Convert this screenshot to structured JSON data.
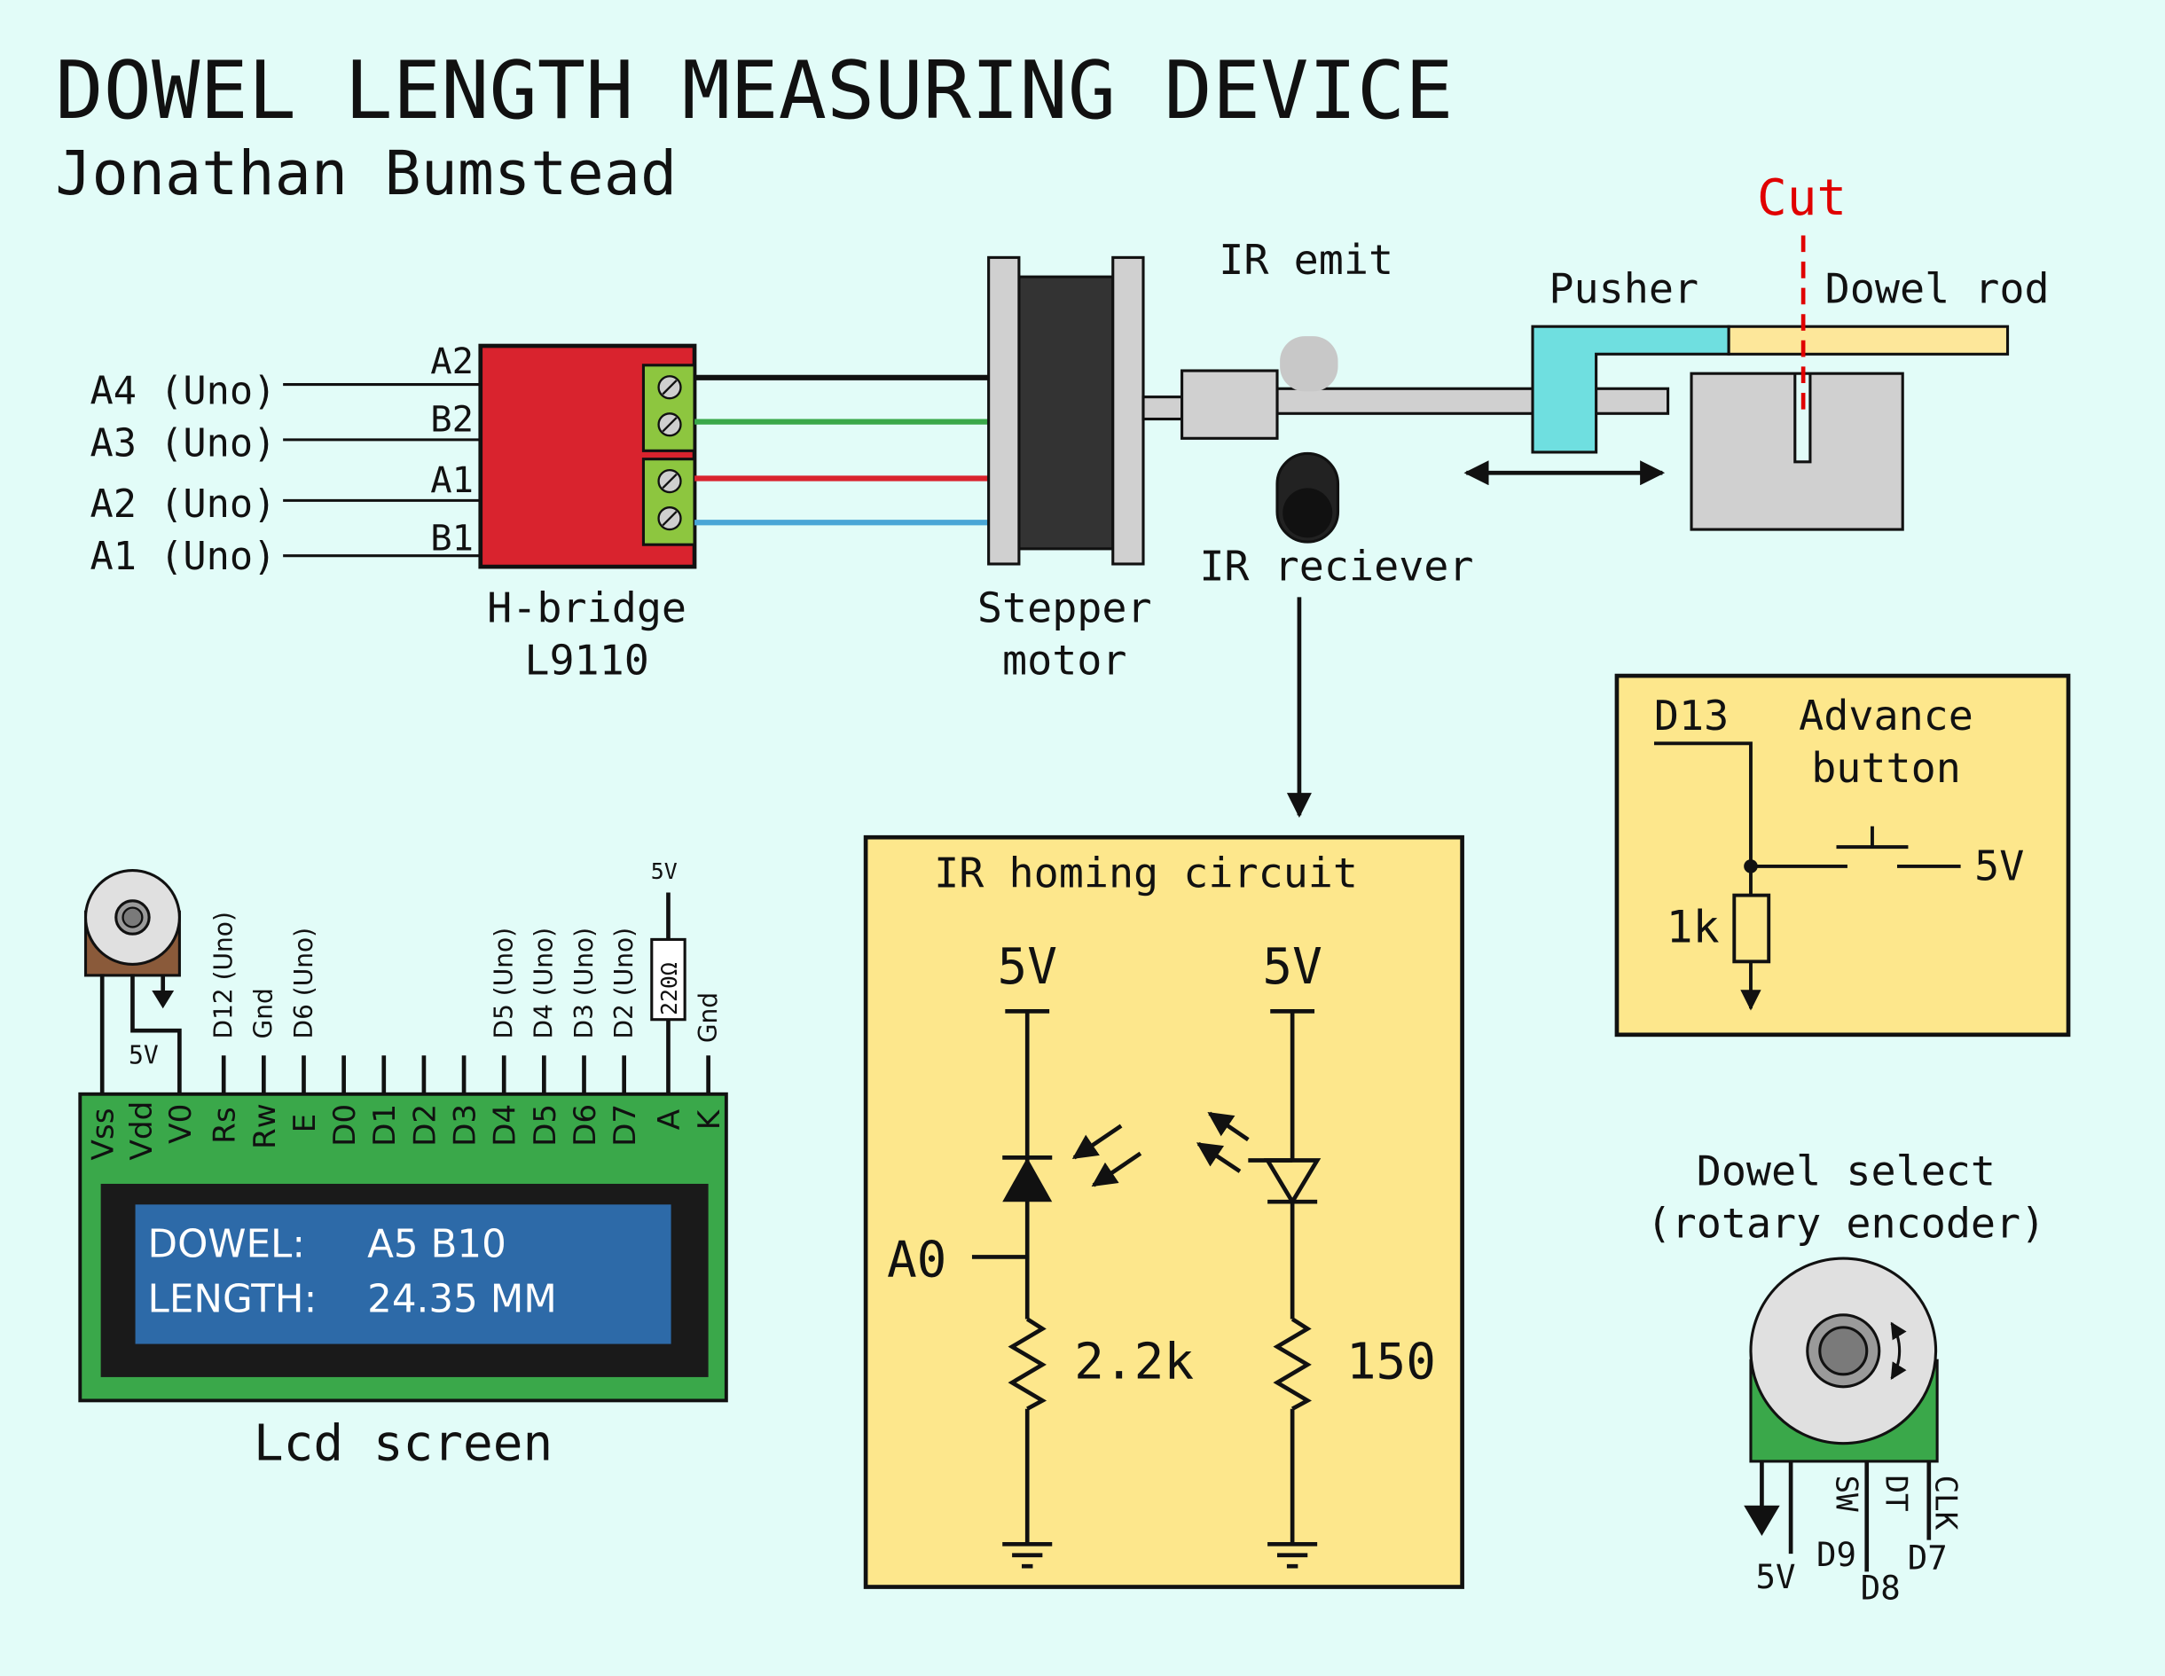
{
  "title": "DOWEL LENGTH MEASURING DEVICE",
  "author": "Jonathan Bumstead",
  "cut_label": "Cut",
  "labels": {
    "ir_emit": "IR emit",
    "ir_receiver": "IR reciever",
    "pusher": "Pusher",
    "dowel_rod": "Dowel rod",
    "stepper_line1": "Stepper",
    "stepper_line2": "motor",
    "hbridge_line1": "H-bridge",
    "hbridge_line2": "L9110",
    "lcd_caption": "Lcd screen"
  },
  "hbridge_inputs": [
    {
      "pin": "A2",
      "source": "A4 (Uno)"
    },
    {
      "pin": "B2",
      "source": "A3 (Uno)"
    },
    {
      "pin": "A1",
      "source": "A2 (Uno)"
    },
    {
      "pin": "B1",
      "source": "A1 (Uno)"
    }
  ],
  "ir_circuit": {
    "title": "IR homing circuit",
    "left_supply": "5V",
    "right_supply": "5V",
    "sense_pin": "A0",
    "left_resistor": "2.2k",
    "right_resistor": "150"
  },
  "advance_button": {
    "pin": "D13",
    "title_line1": "Advance",
    "title_line2": "button",
    "resistor": "1k",
    "supply": "5V"
  },
  "encoder": {
    "title_line1": "Dowel select",
    "title_line2": "(rotary encoder)",
    "pin_labels": [
      "SW",
      "DT",
      "CLK"
    ],
    "connections": [
      "5V",
      "D9",
      "D8",
      "D7"
    ]
  },
  "lcd": {
    "pins": [
      "Vss",
      "Vdd",
      "V0",
      "Rs",
      "Rw",
      "E",
      "D0",
      "D1",
      "D2",
      "D3",
      "D4",
      "D5",
      "D6",
      "D7",
      "A",
      "K"
    ],
    "connections": {
      "Vdd": "5V",
      "Rs": "D12 (Uno)",
      "Rw": "Gnd",
      "E": "D6 (Uno)",
      "D4": "D5 (Uno)",
      "D5": "D4 (Uno)",
      "D6": "D3 (Uno)",
      "D7": "D2 (Uno)",
      "A_supply": "5V",
      "A_resistor": "220Ω",
      "K": "Gnd"
    },
    "display_line1_label": "DOWEL:",
    "display_line1_value": "A5 B10",
    "display_line2_label": "LENGTH:",
    "display_line2_value": "24.35 MM"
  },
  "colors": {
    "background": "#e2fcf8",
    "hbridge": "#d9232e",
    "terminal": "#8dc63f",
    "panel": "#fde78c",
    "lcd_board": "#3aa84a",
    "lcd_screen": "#2d6aa8",
    "pusher": "#6fdfe0",
    "dowel": "#fde79a",
    "cut": "#e00000",
    "wire_green": "#3aa84a",
    "wire_red": "#d9232e",
    "wire_blue": "#49a6d6"
  }
}
